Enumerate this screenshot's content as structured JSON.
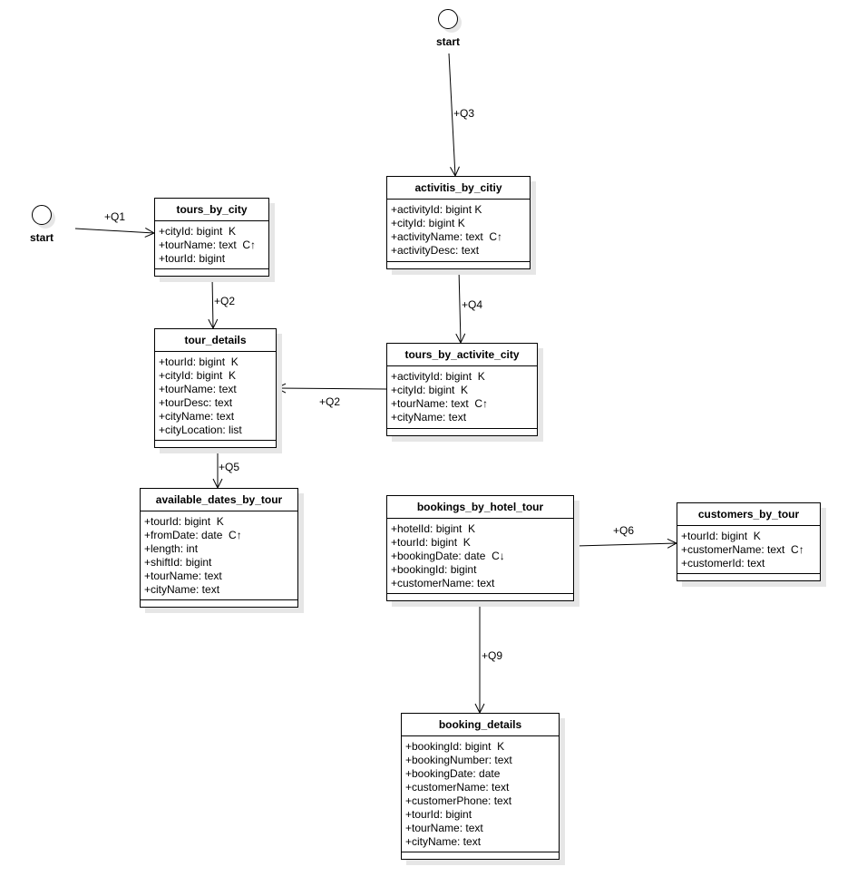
{
  "start_label": "start",
  "classes": [
    {
      "title": "tours_by_city",
      "attrs": [
        "+cityId: bigint  K",
        "+tourName: text  C↑",
        "+tourId: bigint"
      ]
    },
    {
      "title": "tour_details",
      "attrs": [
        "+tourId: bigint  K",
        "+cityId: bigint  K",
        "+tourName: text",
        "+tourDesc: text",
        "+cityName: text",
        "+cityLocation: list"
      ]
    },
    {
      "title": "available_dates_by_tour",
      "attrs": [
        "+tourId: bigint  K",
        "+fromDate: date  C↑",
        "+length: int",
        "+shiftId: bigint",
        "+tourName: text",
        "+cityName: text"
      ]
    },
    {
      "title": "activitis_by_citiy",
      "attrs": [
        "+activityId: bigint K",
        "+cityId: bigint K",
        "+activityName: text  C↑",
        "+activityDesc: text"
      ]
    },
    {
      "title": "tours_by_activite_city",
      "attrs": [
        "+activityId: bigint  K",
        "+cityId: bigint  K",
        "+tourName: text  C↑",
        "+cityName: text"
      ]
    },
    {
      "title": "bookings_by_hotel_tour",
      "attrs": [
        "+hotelId: bigint  K",
        "+tourId: bigint  K",
        "+bookingDate: date  C↓",
        "+bookingId: bigint",
        "+customerName: text"
      ]
    },
    {
      "title": "customers_by_tour",
      "attrs": [
        "+tourId: bigint  K",
        "+customerName: text  C↑",
        "+customerId: text"
      ]
    },
    {
      "title": "booking_details",
      "attrs": [
        "+bookingId: bigint  K",
        "+bookingNumber: text",
        "+bookingDate: date",
        "+customerName: text",
        "+customerPhone: text",
        "+tourId: bigint",
        "+tourName: text",
        "+cityName: text"
      ]
    }
  ],
  "edges": [
    "+Q1",
    "+Q2",
    "+Q2",
    "+Q3",
    "+Q4",
    "+Q5",
    "+Q6",
    "+Q9"
  ]
}
